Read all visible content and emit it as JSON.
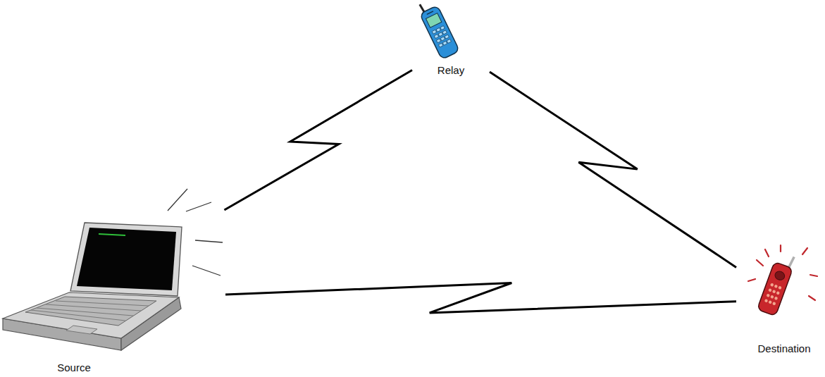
{
  "diagram": {
    "nodes": [
      {
        "text": [
          "Relay"
        ]
      },
      {
        "text": [
          "Source"
        ]
      },
      {
        "text": [
          "Destination"
        ]
      }
    ],
    "edges": [
      {
        "from": 1,
        "to": 0,
        "arrow": "none"
      },
      {
        "from": 0,
        "to": 2,
        "arrow": "none"
      },
      {
        "from": 1,
        "to": 2,
        "arrow": "none"
      }
    ]
  }
}
